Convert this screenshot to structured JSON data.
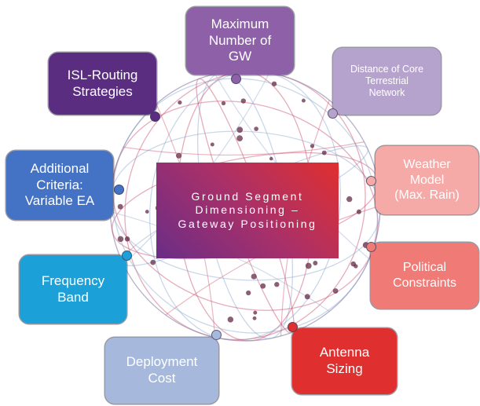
{
  "center": {
    "label": "Ground Segment\nDimensioning –\nGateway Positioning",
    "gradient": [
      "#6a2d86",
      "#e02f2f"
    ]
  },
  "boxes": {
    "max_gw": {
      "label": "Maximum\nNumber of\nGW",
      "color": "#8d60a8"
    },
    "isl": {
      "label": "ISL-Routing\nStrategies",
      "color": "#5b2d80"
    },
    "core": {
      "label": "Distance of Core\nTerrestrial\nNetwork",
      "color": "#b6a3cd"
    },
    "additional": {
      "label": "Additional\nCriteria:\nVariable EA",
      "color": "#4472c4"
    },
    "weather": {
      "label": "Weather\nModel\n(Max. Rain)",
      "color": "#f6aaa8"
    },
    "frequency": {
      "label": "Frequency\nBand",
      "color": "#1ba0d8"
    },
    "political": {
      "label": "Political\nConstraints",
      "color": "#f07a76"
    },
    "deployment": {
      "label": "Deployment\nCost",
      "color": "#a6b9dd"
    },
    "antenna": {
      "label": "Antenna\nSizing",
      "color": "#e02f2f"
    }
  },
  "globe": {
    "line_colors": [
      "#c84a6a",
      "#8aa6cc"
    ],
    "node_color": "#5a1d3a"
  }
}
